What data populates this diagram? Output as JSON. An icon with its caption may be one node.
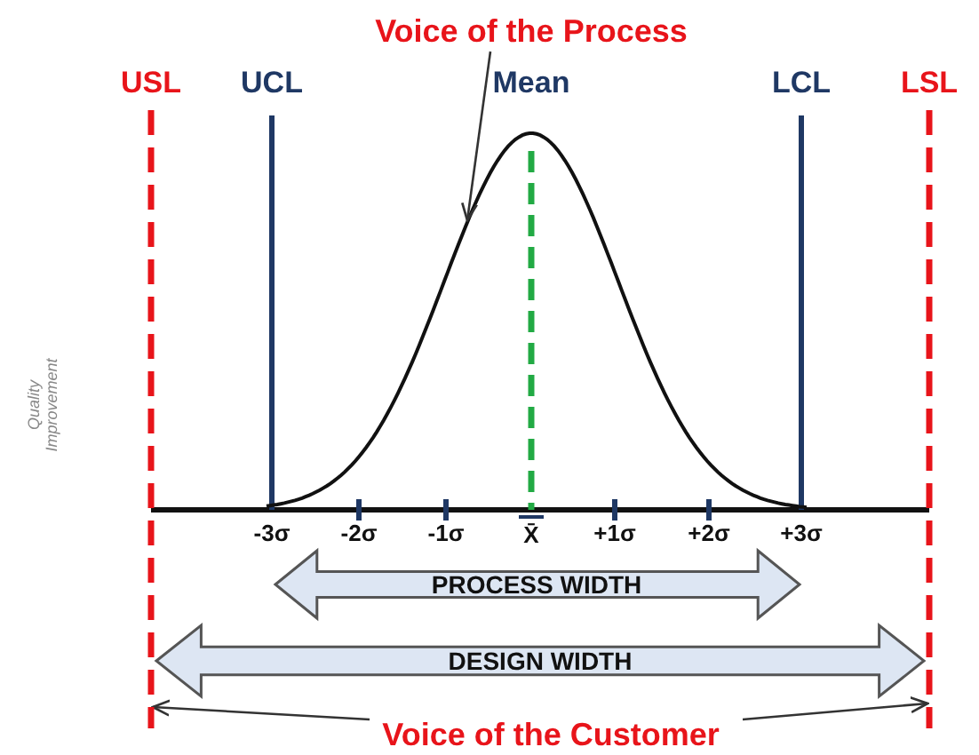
{
  "diagram": {
    "nodes": [
      {
        "text": [
          "Voice of the Process"
        ]
      },
      {
        "text": [],
        "shape": "curve"
      },
      {
        "text": [
          "Voice of the Customer"
        ]
      },
      {
        "text": [
          "USL"
        ]
      },
      {
        "text": [
          "LSL"
        ]
      }
    ],
    "edges": [
      {
        "from": 0,
        "to": 1,
        "arrow": "to"
      },
      {
        "from": 2,
        "to": 3,
        "arrow": "to"
      },
      {
        "from": 2,
        "to": 4,
        "arrow": "to"
      }
    ],
    "labels": [
      "UCL",
      "Mean",
      "LCL",
      "Quality Improvement",
      "-3σ",
      "-2σ",
      "-1σ",
      "X̄",
      "+1σ",
      "+2σ",
      "+3σ",
      "PROCESS WIDTH",
      "DESIGN WIDTH"
    ]
  }
}
